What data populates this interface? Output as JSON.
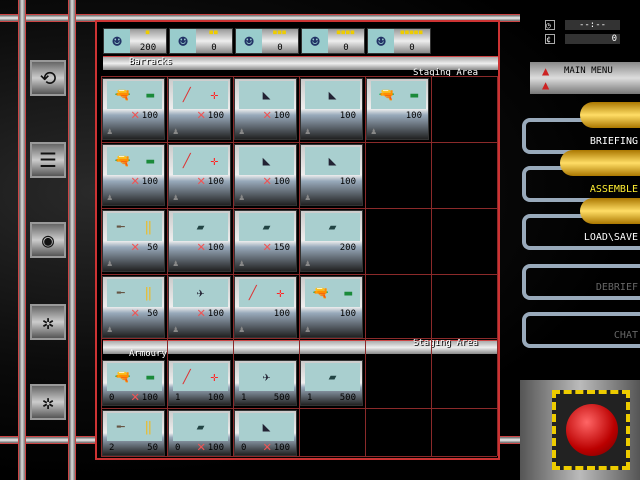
{
  "agents": [
    {
      "rank": 1,
      "value": "200"
    },
    {
      "rank": 2,
      "value": "0"
    },
    {
      "rank": 3,
      "value": "0"
    },
    {
      "rank": 4,
      "value": "0"
    },
    {
      "rank": 5,
      "value": "0"
    }
  ],
  "sections": {
    "barracks": "Barracks",
    "staging_top": "Staging Area",
    "armoury": "Armoury",
    "staging_bottom": "Staging Area"
  },
  "left_tools": [
    {
      "icon": "rotate-agent-icon"
    },
    {
      "icon": "list-download-icon"
    },
    {
      "icon": "agent-cycle-icon"
    },
    {
      "icon": "spider-mod-icon"
    },
    {
      "icon": "spider-mod-alt-icon"
    }
  ],
  "barracks": [
    [
      {
        "items": [
          "gun",
          "bomb"
        ],
        "cost": "100",
        "crossed": true
      },
      {
        "items": [
          "laser",
          "target"
        ],
        "cost": "100",
        "crossed": true
      },
      {
        "items": [
          "vehicle"
        ],
        "cost": "100",
        "crossed": true
      },
      {
        "items": [
          "vehicle"
        ],
        "cost": "100",
        "crossed": false
      },
      {
        "items": [
          "gun",
          "bomb"
        ],
        "cost": "100",
        "crossed": false
      }
    ],
    [
      {
        "items": [
          "gun",
          "bomb"
        ],
        "cost": "100",
        "crossed": true
      },
      {
        "items": [
          "laser",
          "target"
        ],
        "cost": "100",
        "crossed": true
      },
      {
        "items": [
          "vehicle"
        ],
        "cost": "100",
        "crossed": true
      },
      {
        "items": [
          "vehicle"
        ],
        "cost": "100",
        "crossed": false
      }
    ],
    [
      {
        "items": [
          "rifle",
          "ammo"
        ],
        "cost": "50",
        "crossed": true
      },
      {
        "items": [
          "tank"
        ],
        "cost": "100",
        "crossed": true
      },
      {
        "items": [
          "tank"
        ],
        "cost": "150",
        "crossed": true
      },
      {
        "items": [
          "tank"
        ],
        "cost": "200",
        "crossed": false
      }
    ],
    [
      {
        "items": [
          "rifle",
          "ammo"
        ],
        "cost": "50",
        "crossed": true
      },
      {
        "items": [
          "drone"
        ],
        "cost": "100",
        "crossed": true
      },
      {
        "items": [
          "laser",
          "target"
        ],
        "cost": "100",
        "crossed": false
      },
      {
        "items": [
          "gun",
          "bomb"
        ],
        "cost": "100",
        "crossed": false
      }
    ]
  ],
  "armoury": [
    [
      {
        "items": [
          "gun",
          "bomb"
        ],
        "qty": "0",
        "cost": "100",
        "crossed": true
      },
      {
        "items": [
          "laser",
          "target"
        ],
        "qty": "1",
        "cost": "100",
        "crossed": false
      },
      {
        "items": [
          "drone"
        ],
        "qty": "1",
        "cost": "500",
        "crossed": false
      },
      {
        "items": [
          "tank"
        ],
        "qty": "1",
        "cost": "500",
        "crossed": false
      }
    ],
    [
      {
        "items": [
          "rifle",
          "ammo"
        ],
        "qty": "2",
        "cost": "50",
        "crossed": false
      },
      {
        "items": [
          "tank"
        ],
        "qty": "0",
        "cost": "100",
        "crossed": true
      },
      {
        "items": [
          "vehicle"
        ],
        "qty": "0",
        "cost": "100",
        "crossed": true
      }
    ]
  ],
  "status": {
    "time": "--:--",
    "credits": "0"
  },
  "main_menu": "MAIN MENU",
  "menu": [
    {
      "label": "BRIEFING",
      "color": "#ffffff"
    },
    {
      "label": "ASSEMBLE",
      "color": "#ffee33"
    },
    {
      "label": "LOAD\\SAVE",
      "color": "#ffffff"
    },
    {
      "label": "DEBRIEF",
      "color": "#666666"
    },
    {
      "label": "CHAT",
      "color": "#666666"
    }
  ],
  "colors": {
    "accent": "#cc3333"
  }
}
